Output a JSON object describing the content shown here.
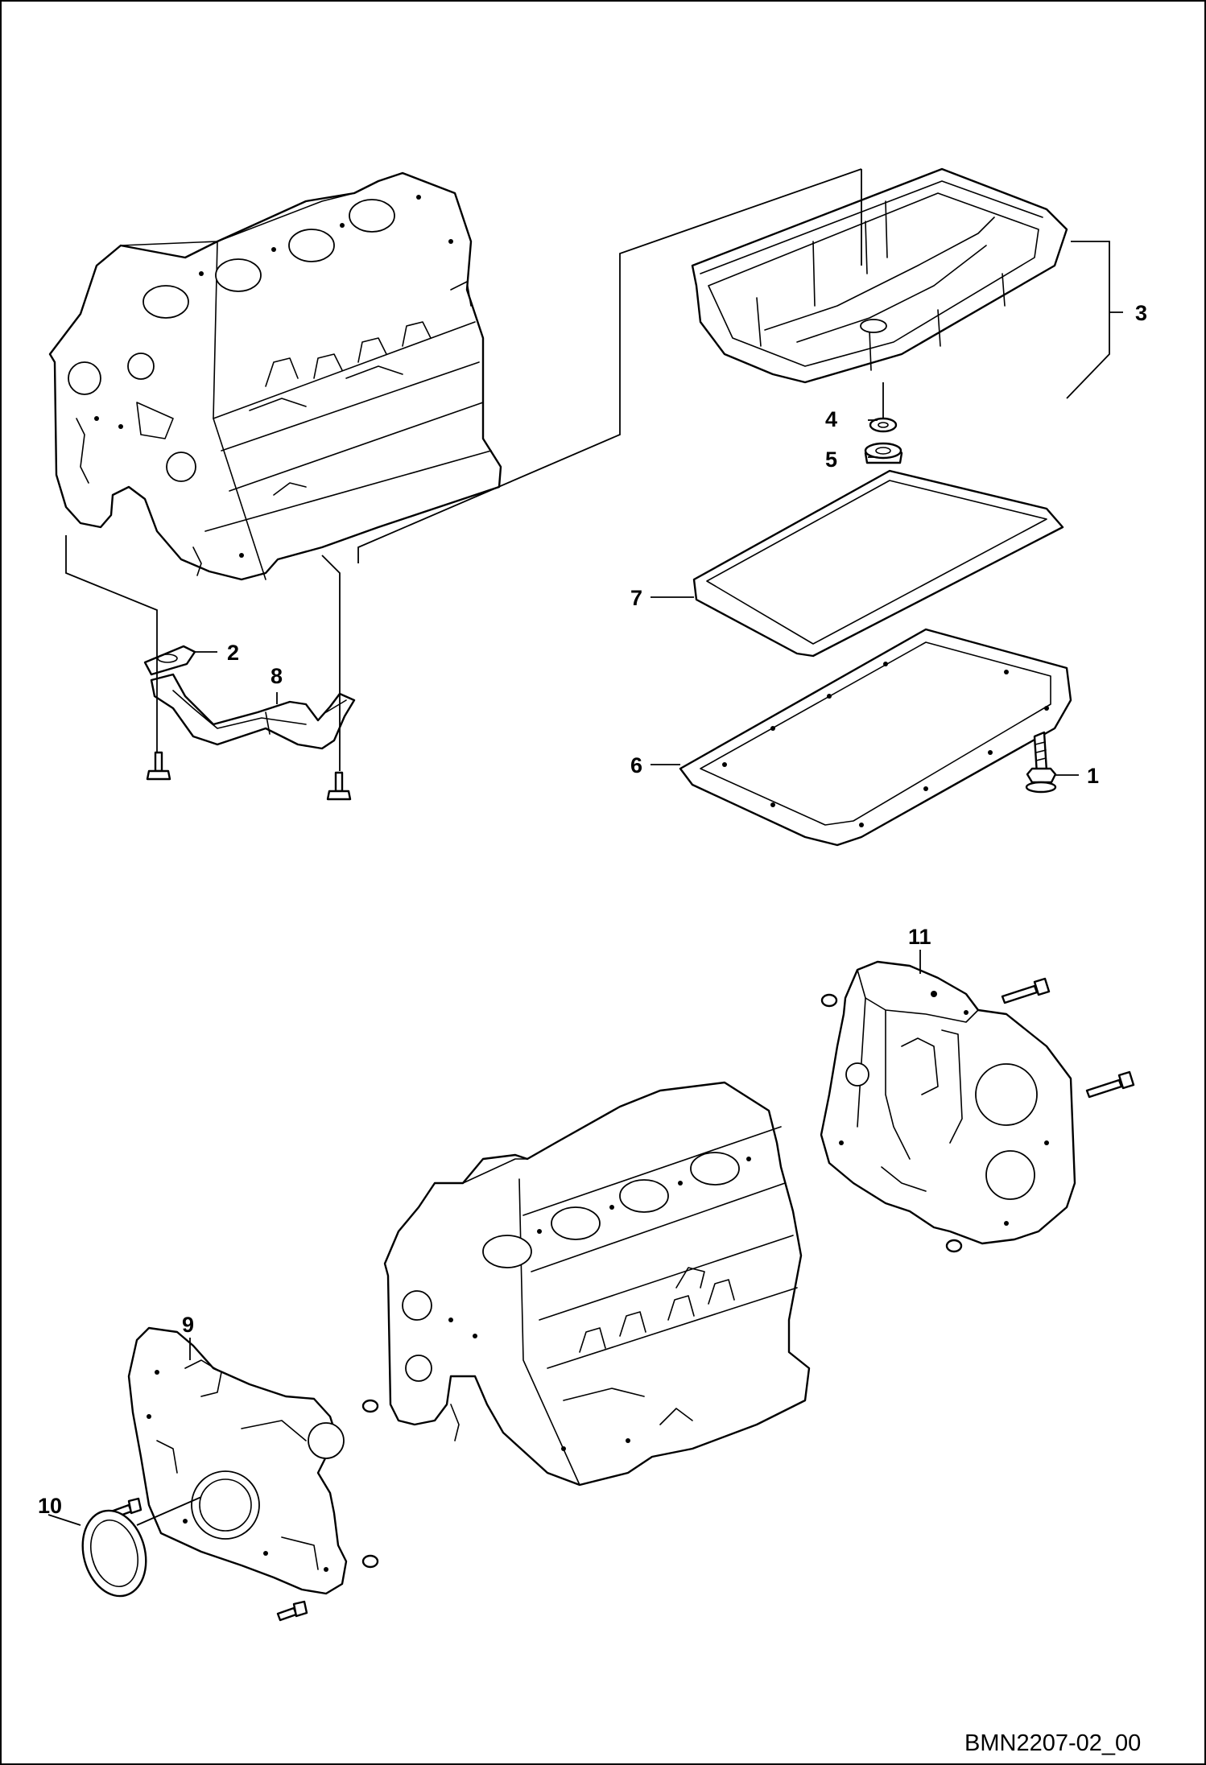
{
  "drawing": {
    "code": "BMN2207-02_00"
  },
  "callouts": [
    "1",
    "2",
    "3",
    "4",
    "5",
    "6",
    "7",
    "8",
    "9",
    "10",
    "11"
  ],
  "parts": [
    {
      "item": "1",
      "shape": "bolt-icon"
    },
    {
      "item": "2",
      "shape": "gasket-icon"
    },
    {
      "item": "3",
      "shape": "oil-pan-icon"
    },
    {
      "item": "4",
      "shape": "washer-icon"
    },
    {
      "item": "5",
      "shape": "drain-plug-icon"
    },
    {
      "item": "6",
      "shape": "pan-gasket-icon"
    },
    {
      "item": "7",
      "shape": "seal-ring-icon"
    },
    {
      "item": "8",
      "shape": "suction-pipe-icon"
    },
    {
      "item": "9",
      "shape": "front-cover-icon"
    },
    {
      "item": "10",
      "shape": "oil-seal-icon"
    },
    {
      "item": "11",
      "shape": "gear-housing-icon"
    }
  ],
  "colors": {
    "ink": "#000000",
    "paper": "#ffffff"
  }
}
